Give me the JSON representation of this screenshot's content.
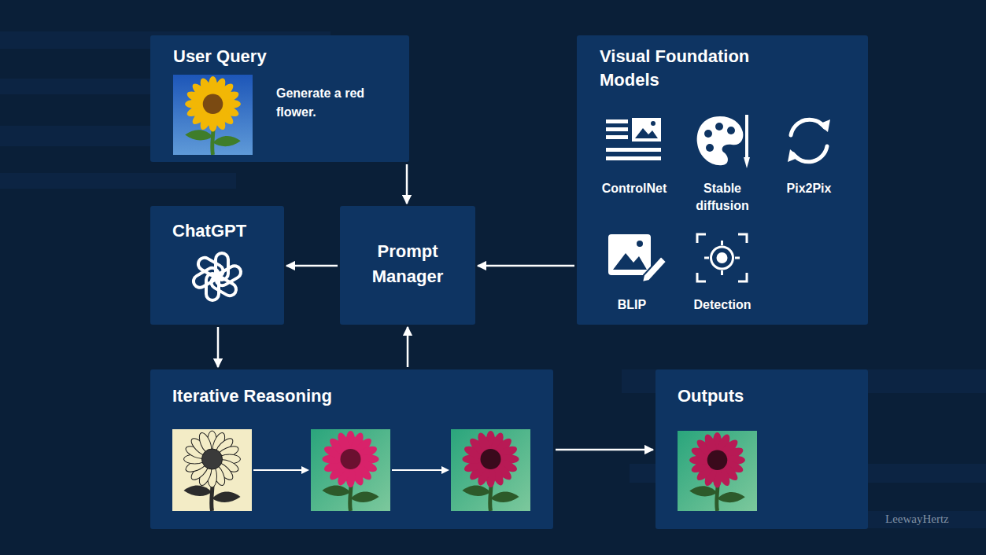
{
  "diagram": {
    "nodes": [
      {
        "text": [
          "User Query",
          "Generate a red flower."
        ]
      },
      {
        "text": [
          "Visual Foundation Models"
        ]
      },
      {
        "text": [
          "ChatGPT"
        ]
      },
      {
        "text": [
          "Prompt Manager"
        ]
      },
      {
        "text": [
          "Iterative Reasoning"
        ]
      },
      {
        "text": [
          "Outputs"
        ]
      }
    ],
    "edges": [
      {
        "from": 0,
        "to": 3,
        "arrow": "to"
      },
      {
        "from": 1,
        "to": 3,
        "arrow": "to"
      },
      {
        "from": 3,
        "to": 2,
        "arrow": "to"
      },
      {
        "from": 2,
        "to": 4,
        "arrow": "to"
      },
      {
        "from": 4,
        "to": 3,
        "arrow": "to"
      },
      {
        "from": 4,
        "to": 5,
        "arrow": "to"
      }
    ],
    "labels": [
      "ControlNet",
      "Stable diffusion",
      "Pix2Pix",
      "BLIP",
      "Detection",
      "LeewayHertz"
    ]
  }
}
